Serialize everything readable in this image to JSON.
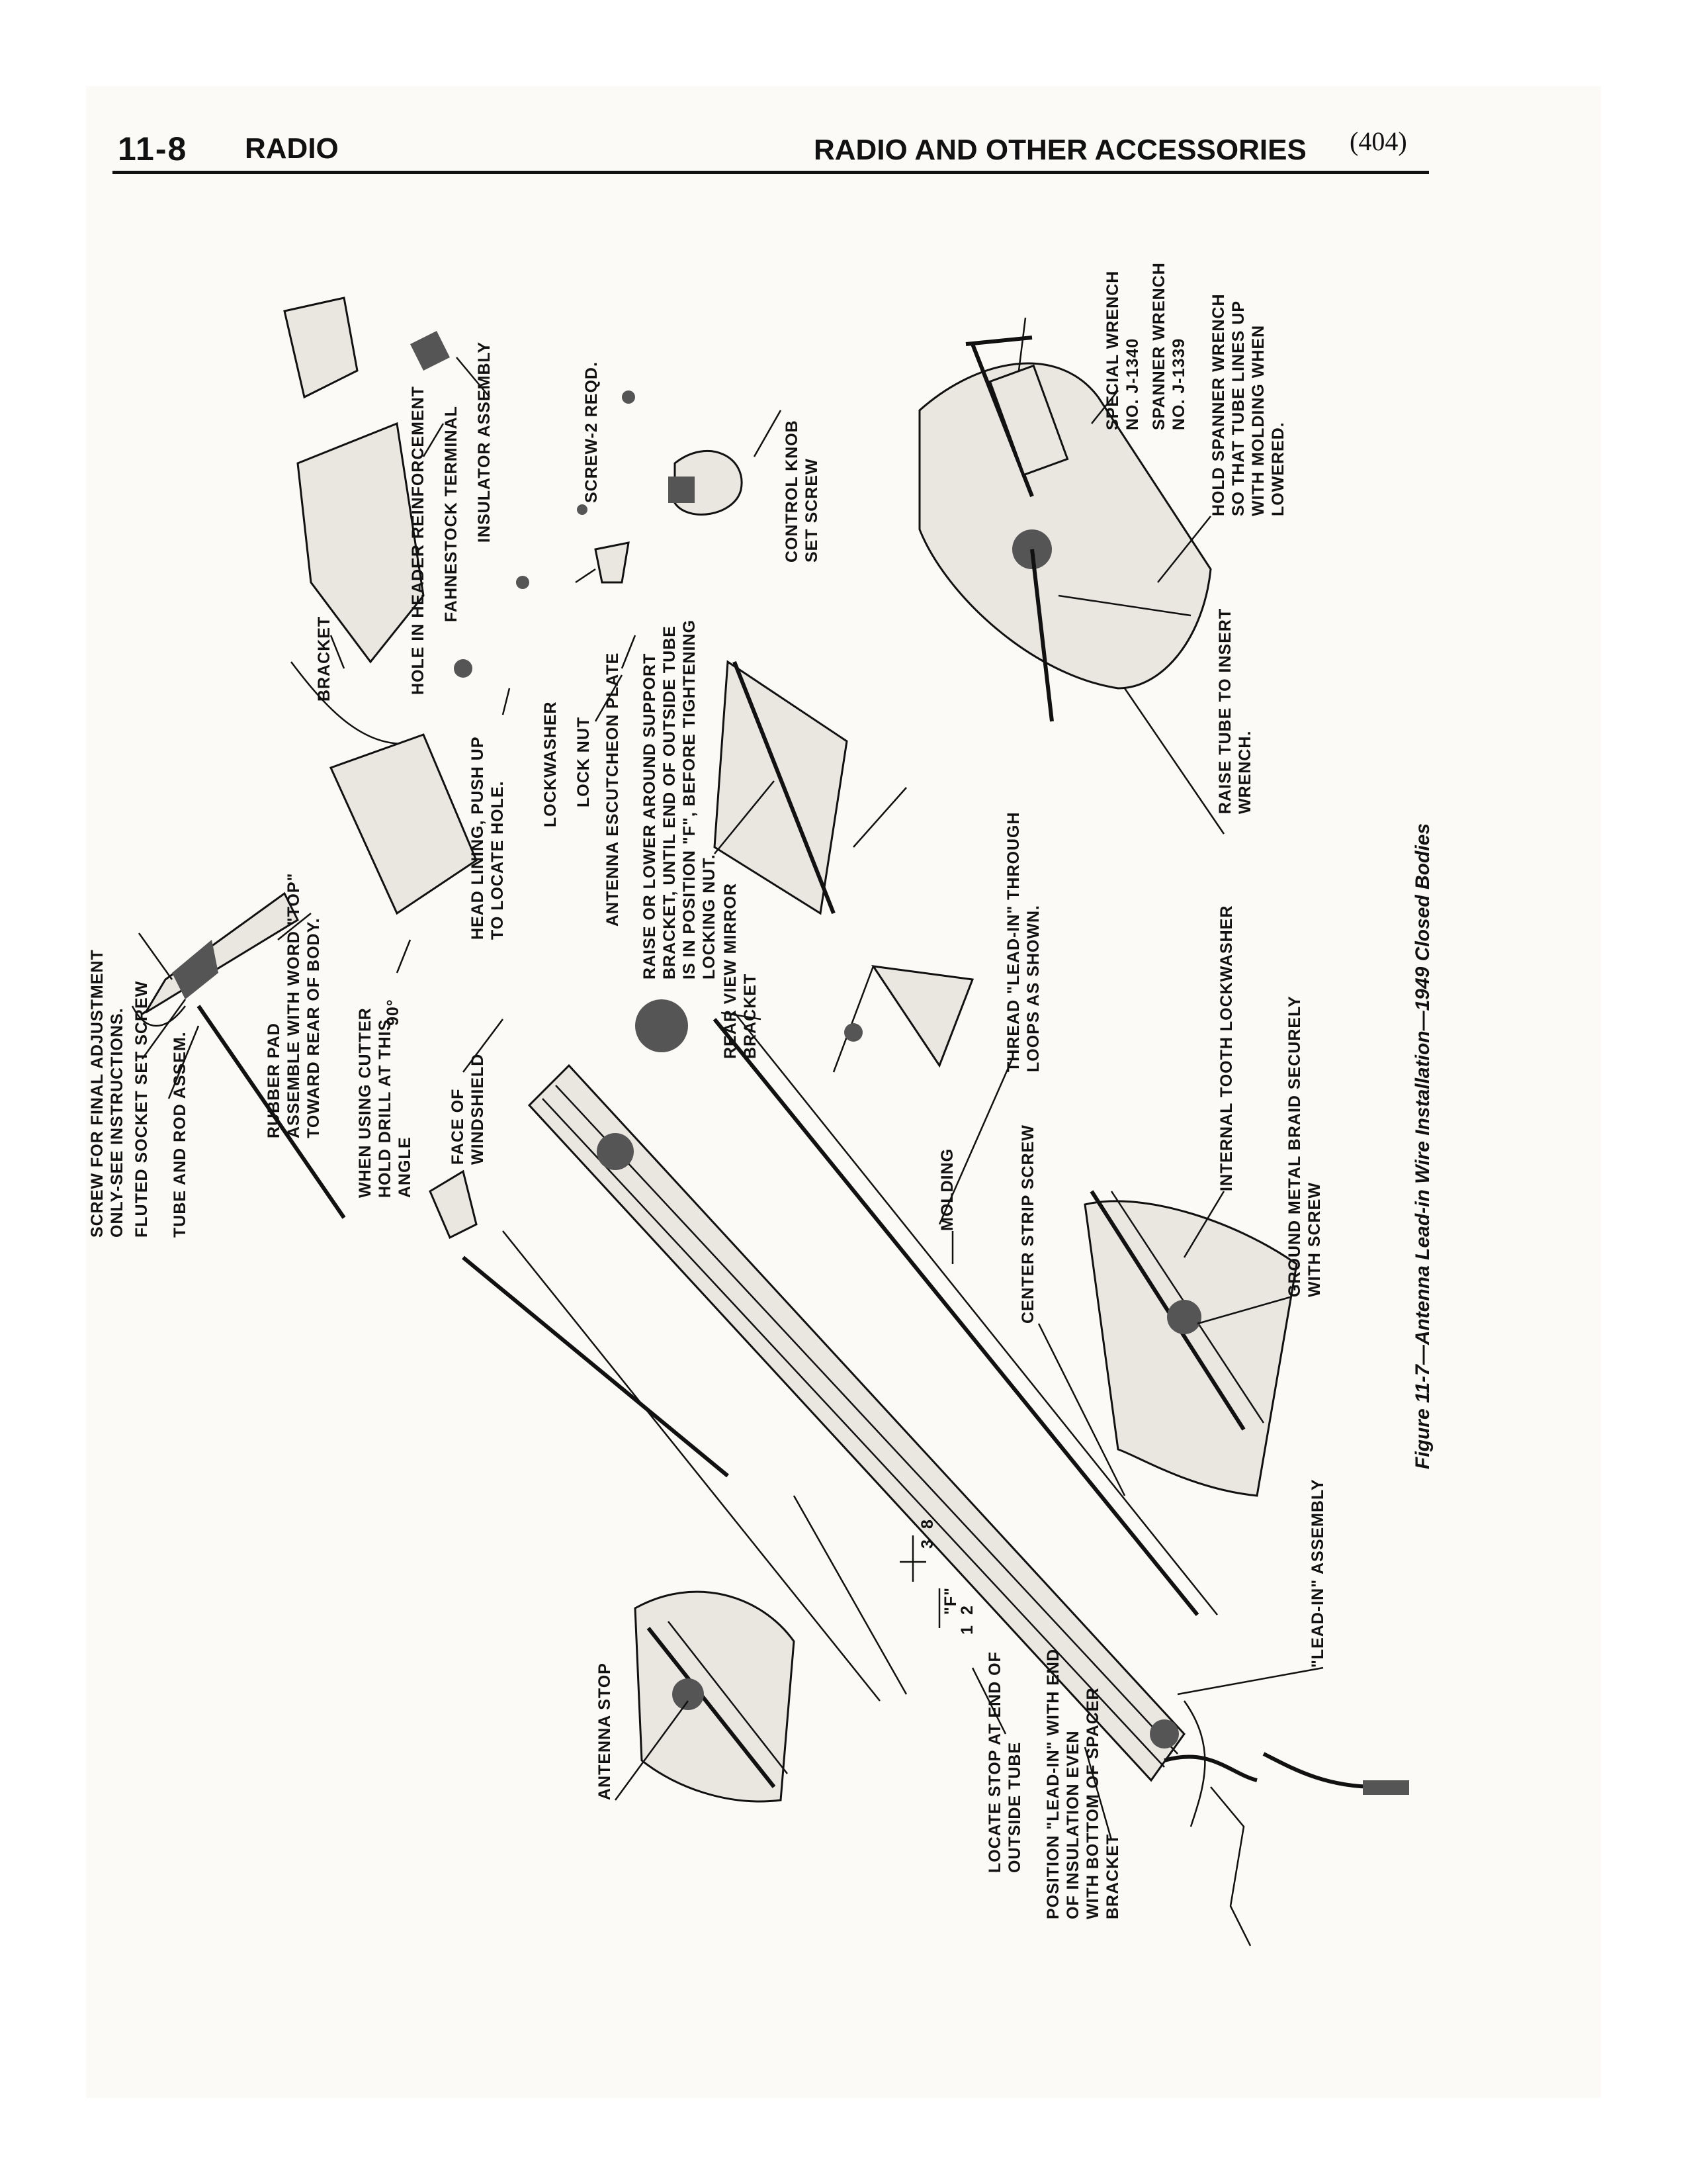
{
  "header": {
    "page_number": "11-8",
    "section": "RADIO",
    "title": "RADIO AND OTHER ACCESSORIES",
    "page_ref": "(404)"
  },
  "figure": {
    "caption": "Figure 11-7—Antenna Lead-in Wire Installation—1949 Closed Bodies",
    "labels": {
      "screw_final_1": "SCREW FOR FINAL ADJUSTMENT",
      "screw_final_2": "ONLY-SEE INSTRUCTIONS.",
      "fluted_socket": "FLUTED SOCKET SET  SCREW",
      "tube_rod": "TUBE AND ROD ASSEM.",
      "rubber_pad_1": "RUBBER PAD",
      "rubber_pad_2": "ASSEMBLE WITH WORD \"TOP\"",
      "rubber_pad_3": "TOWARD REAR OF BODY.",
      "cutter_1": "WHEN USING  CUTTER",
      "cutter_2": "HOLD DRILL AT THIS",
      "cutter_3": "ANGLE",
      "angle_90": "90°",
      "face_windshield_1": "FACE OF",
      "face_windshield_2": "WINDSHIELD",
      "head_lining_1": "HEAD LINING, PUSH UP",
      "head_lining_2": "TO LOCATE HOLE.",
      "bracket": "BRACKET",
      "hole_header": "HOLE IN HEADER REINFORCEMENT",
      "fahnestock": "FAHNESTOCK  TERMINAL",
      "insulator": "INSULATOR  ASSEMBLY",
      "screw_2": "SCREW-2 REQD.",
      "lockwasher": "LOCKWASHER",
      "lock_nut": "LOCK NUT",
      "escutcheon": "ANTENNA  ESCUTCHEON  PLATE",
      "control_knob_1": "CONTROL KNOB",
      "control_knob_2": "SET SCREW",
      "raise_lower_1": "RAISE OR LOWER AROUND  SUPPORT",
      "raise_lower_2": "BRACKET, UNTIL END OF OUTSIDE TUBE",
      "raise_lower_3": "IS IN POSITION \"F\", BEFORE TIGHTENING",
      "raise_lower_4": "LOCKING NUT.",
      "rear_view_1": "REAR  VIEW  MIRROR",
      "rear_view_2": "BRACKET",
      "thread_1": "THREAD \"LEAD-IN\" THROUGH",
      "thread_2": "LOOPS  AS SHOWN.",
      "special_wrench_1": "SPECIAL  WRENCH",
      "special_wrench_2": "NO. J-1340",
      "spanner_1": "SPANNER WRENCH",
      "spanner_2": "NO. J-1339",
      "hold_spanner_1": "HOLD  SPANNER  WRENCH",
      "hold_spanner_2": "SO  THAT  TUBE LINES  UP",
      "hold_spanner_3": "WITH  MOLDING  WHEN",
      "hold_spanner_4": "LOWERED.",
      "raise_tube_1": "RAISE  TUBE TO INSERT",
      "raise_tube_2": "WRENCH.",
      "internal_tooth": "INTERNAL  TOOTH  LOCKWASHER",
      "ground_braid_1": "GROUND  METAL   BRAID  SECURELY",
      "ground_braid_2": "WITH SCREW",
      "molding": "MOLDING",
      "center_strip": "CENTER  STRIP  SCREW",
      "lead_in_assembly": "\"LEAD-IN\" ASSEMBLY",
      "antenna_stop": "ANTENNA  STOP",
      "locate_stop_1": "LOCATE  STOP  AT END  OF",
      "locate_stop_2": "OUTSIDE TUBE",
      "position_1": "POSITION \"LEAD-IN\" WITH END",
      "position_2": "OF    INSULATION  EVEN",
      "position_3": "WITH BOTTOM OF SPACER",
      "position_4": "BRACKET",
      "dim_3_8_num": "3",
      "dim_3_8_den": "8",
      "dim_1_2_num": "1",
      "dim_1_2_den": "2",
      "dim_f": "\"F\""
    }
  }
}
